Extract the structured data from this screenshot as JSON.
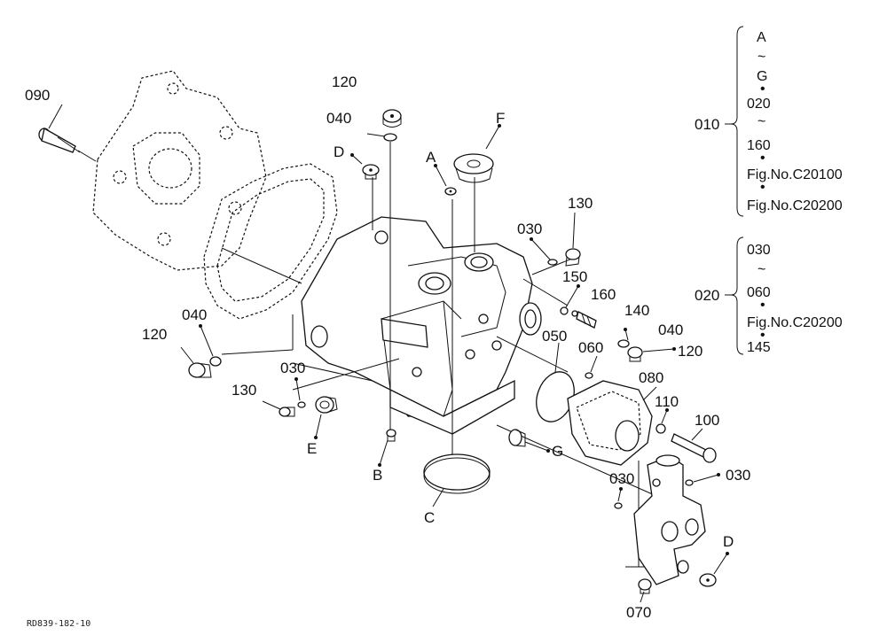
{
  "figure_ref": "RD839-182-10",
  "callouts": {
    "c090": "090",
    "c120_top": "120",
    "c040_top": "040",
    "c_d_top": "D",
    "c_a": "A",
    "c_f": "F",
    "c030_a": "030",
    "c130_r": "130",
    "c150": "150",
    "c160": "160",
    "c140": "140",
    "c040_r": "040",
    "c120_r": "120",
    "c050": "050",
    "c060": "060",
    "c080": "080",
    "c110": "110",
    "c100": "100",
    "c030_r": "030",
    "c030_low": "030",
    "c_d_low": "D",
    "c070": "070",
    "c120_l": "120",
    "c040_l": "040",
    "c030_l": "030",
    "c130_l": "130",
    "c_e": "E",
    "c_b": "B",
    "c_c": "C",
    "c_g": "G"
  },
  "legend": {
    "group_010": {
      "code": "010",
      "lines": [
        "A",
        "~",
        "G",
        "•",
        "020",
        "~",
        "160",
        "•",
        "Fig.No.C20100",
        "•",
        "Fig.No.C20200"
      ]
    },
    "group_020": {
      "code": "020",
      "lines": [
        "030",
        "~",
        "060",
        "•",
        "Fig.No.C20200",
        "•",
        "145"
      ]
    }
  }
}
